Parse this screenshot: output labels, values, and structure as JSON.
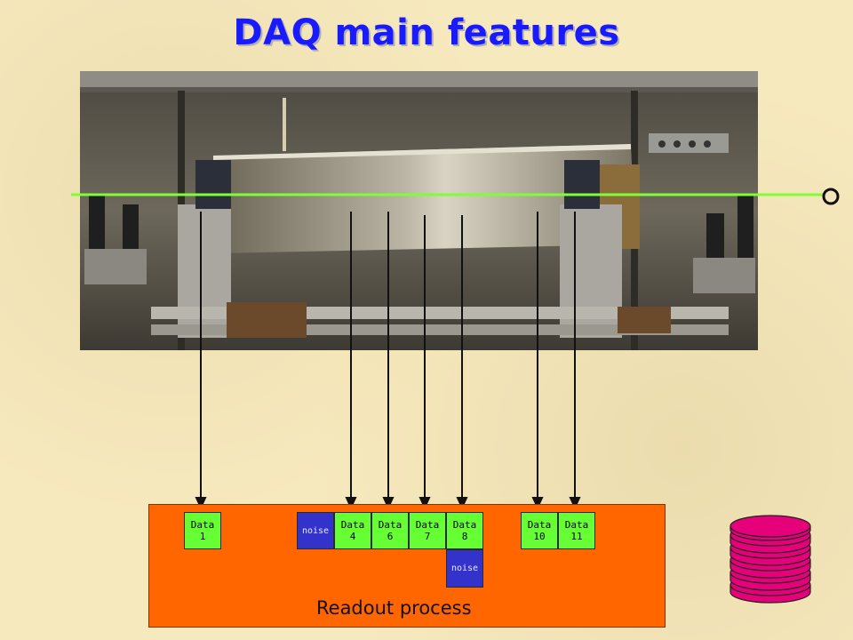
{
  "title": "DAQ main features",
  "photo": {
    "subject": "detector test bench photograph"
  },
  "readout": {
    "label": "Readout process",
    "cells": [
      {
        "kind": "data",
        "line1": "Data",
        "line2": "1"
      },
      {
        "kind": "noise",
        "text": "noise"
      },
      {
        "kind": "data",
        "line1": "Data",
        "line2": "4"
      },
      {
        "kind": "data",
        "line1": "Data",
        "line2": "6"
      },
      {
        "kind": "data",
        "line1": "Data",
        "line2": "7"
      },
      {
        "kind": "data",
        "line1": "Data",
        "line2": "8"
      },
      {
        "kind": "noise",
        "text": "noise"
      },
      {
        "kind": "data",
        "line1": "Data",
        "line2": "10"
      },
      {
        "kind": "data",
        "line1": "Data",
        "line2": "11"
      }
    ]
  },
  "colors": {
    "title": "#1a1aff",
    "beam": "#7fff33",
    "readout_bg": "#ff6600",
    "data_cell": "#66ff33",
    "noise_cell": "#3333cc",
    "storage": "#e6007a"
  },
  "icons": {
    "beam_end": "circle-marker-icon",
    "storage": "disk-stack-icon"
  }
}
